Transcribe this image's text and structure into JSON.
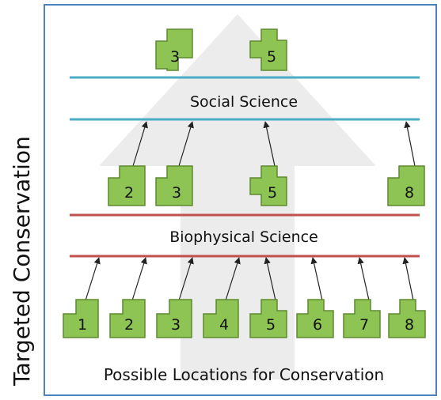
{
  "side_label": "Targeted Conservation",
  "bands": {
    "social": "Social Science",
    "biophysical": "Biophysical Science",
    "base": "Possible Locations for Conservation"
  },
  "parcels": {
    "top": [
      "3",
      "5"
    ],
    "middle": [
      "2",
      "3",
      "5",
      "8"
    ],
    "bottom": [
      "1",
      "2",
      "3",
      "4",
      "5",
      "6",
      "7",
      "8"
    ]
  },
  "colors": {
    "frame": "#4f81bd",
    "social_line": "#4bacc6",
    "bio_line": "#c0504d",
    "parcel_fill": "#8dc454",
    "parcel_stroke": "#5e8a2e",
    "big_arrow": "#ececec",
    "side_label": "#aaaaaa"
  }
}
